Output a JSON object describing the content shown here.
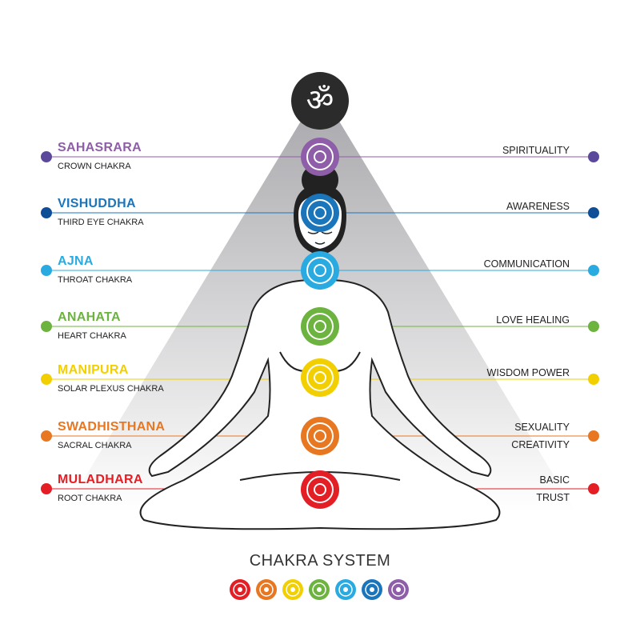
{
  "title": "CHAKRA SYSTEM",
  "om_symbol": "ॐ",
  "chakras": [
    {
      "name": "SAHASRARA",
      "subtitle": "CROWN CHAKRA",
      "meaning": [
        "SPIRITUALITY"
      ],
      "color": "#8e5ea8",
      "dot": "#5b4a9b",
      "icon": "lotus-icon"
    },
    {
      "name": "VISHUDDHA",
      "subtitle": "THIRD EYE CHAKRA",
      "meaning": [
        "AWARENESS"
      ],
      "color": "#1b75bb",
      "dot": "#0d4e96",
      "icon": "eye-icon"
    },
    {
      "name": "AJNA",
      "subtitle": "THROAT CHAKRA",
      "meaning": [
        "COMMUNICATION"
      ],
      "color": "#29abe2",
      "dot": "#29abe2",
      "icon": "throat-icon"
    },
    {
      "name": "ANAHATA",
      "subtitle": "HEART CHAKRA",
      "meaning": [
        "LOVE HEALING"
      ],
      "color": "#6cb33f",
      "dot": "#6cb33f",
      "icon": "star-icon"
    },
    {
      "name": "MANIPURA",
      "subtitle": "SOLAR PLEXUS CHAKRA",
      "meaning": [
        "WISDOM POWER"
      ],
      "color": "#f2cf00",
      "dot": "#f2cf00",
      "icon": "triangle-icon"
    },
    {
      "name": "SWADHISTHANA",
      "subtitle": "SACRAL CHAKRA",
      "meaning": [
        "SEXUALITY",
        "CREATIVITY"
      ],
      "color": "#e87722",
      "dot": "#e87722",
      "icon": "crescent-icon"
    },
    {
      "name": "MULADHARA",
      "subtitle": "ROOT  CHAKRA",
      "meaning": [
        "BASIC",
        "TRUST"
      ],
      "color": "#e31e24",
      "dot": "#e31e24",
      "icon": "square-icon"
    }
  ]
}
